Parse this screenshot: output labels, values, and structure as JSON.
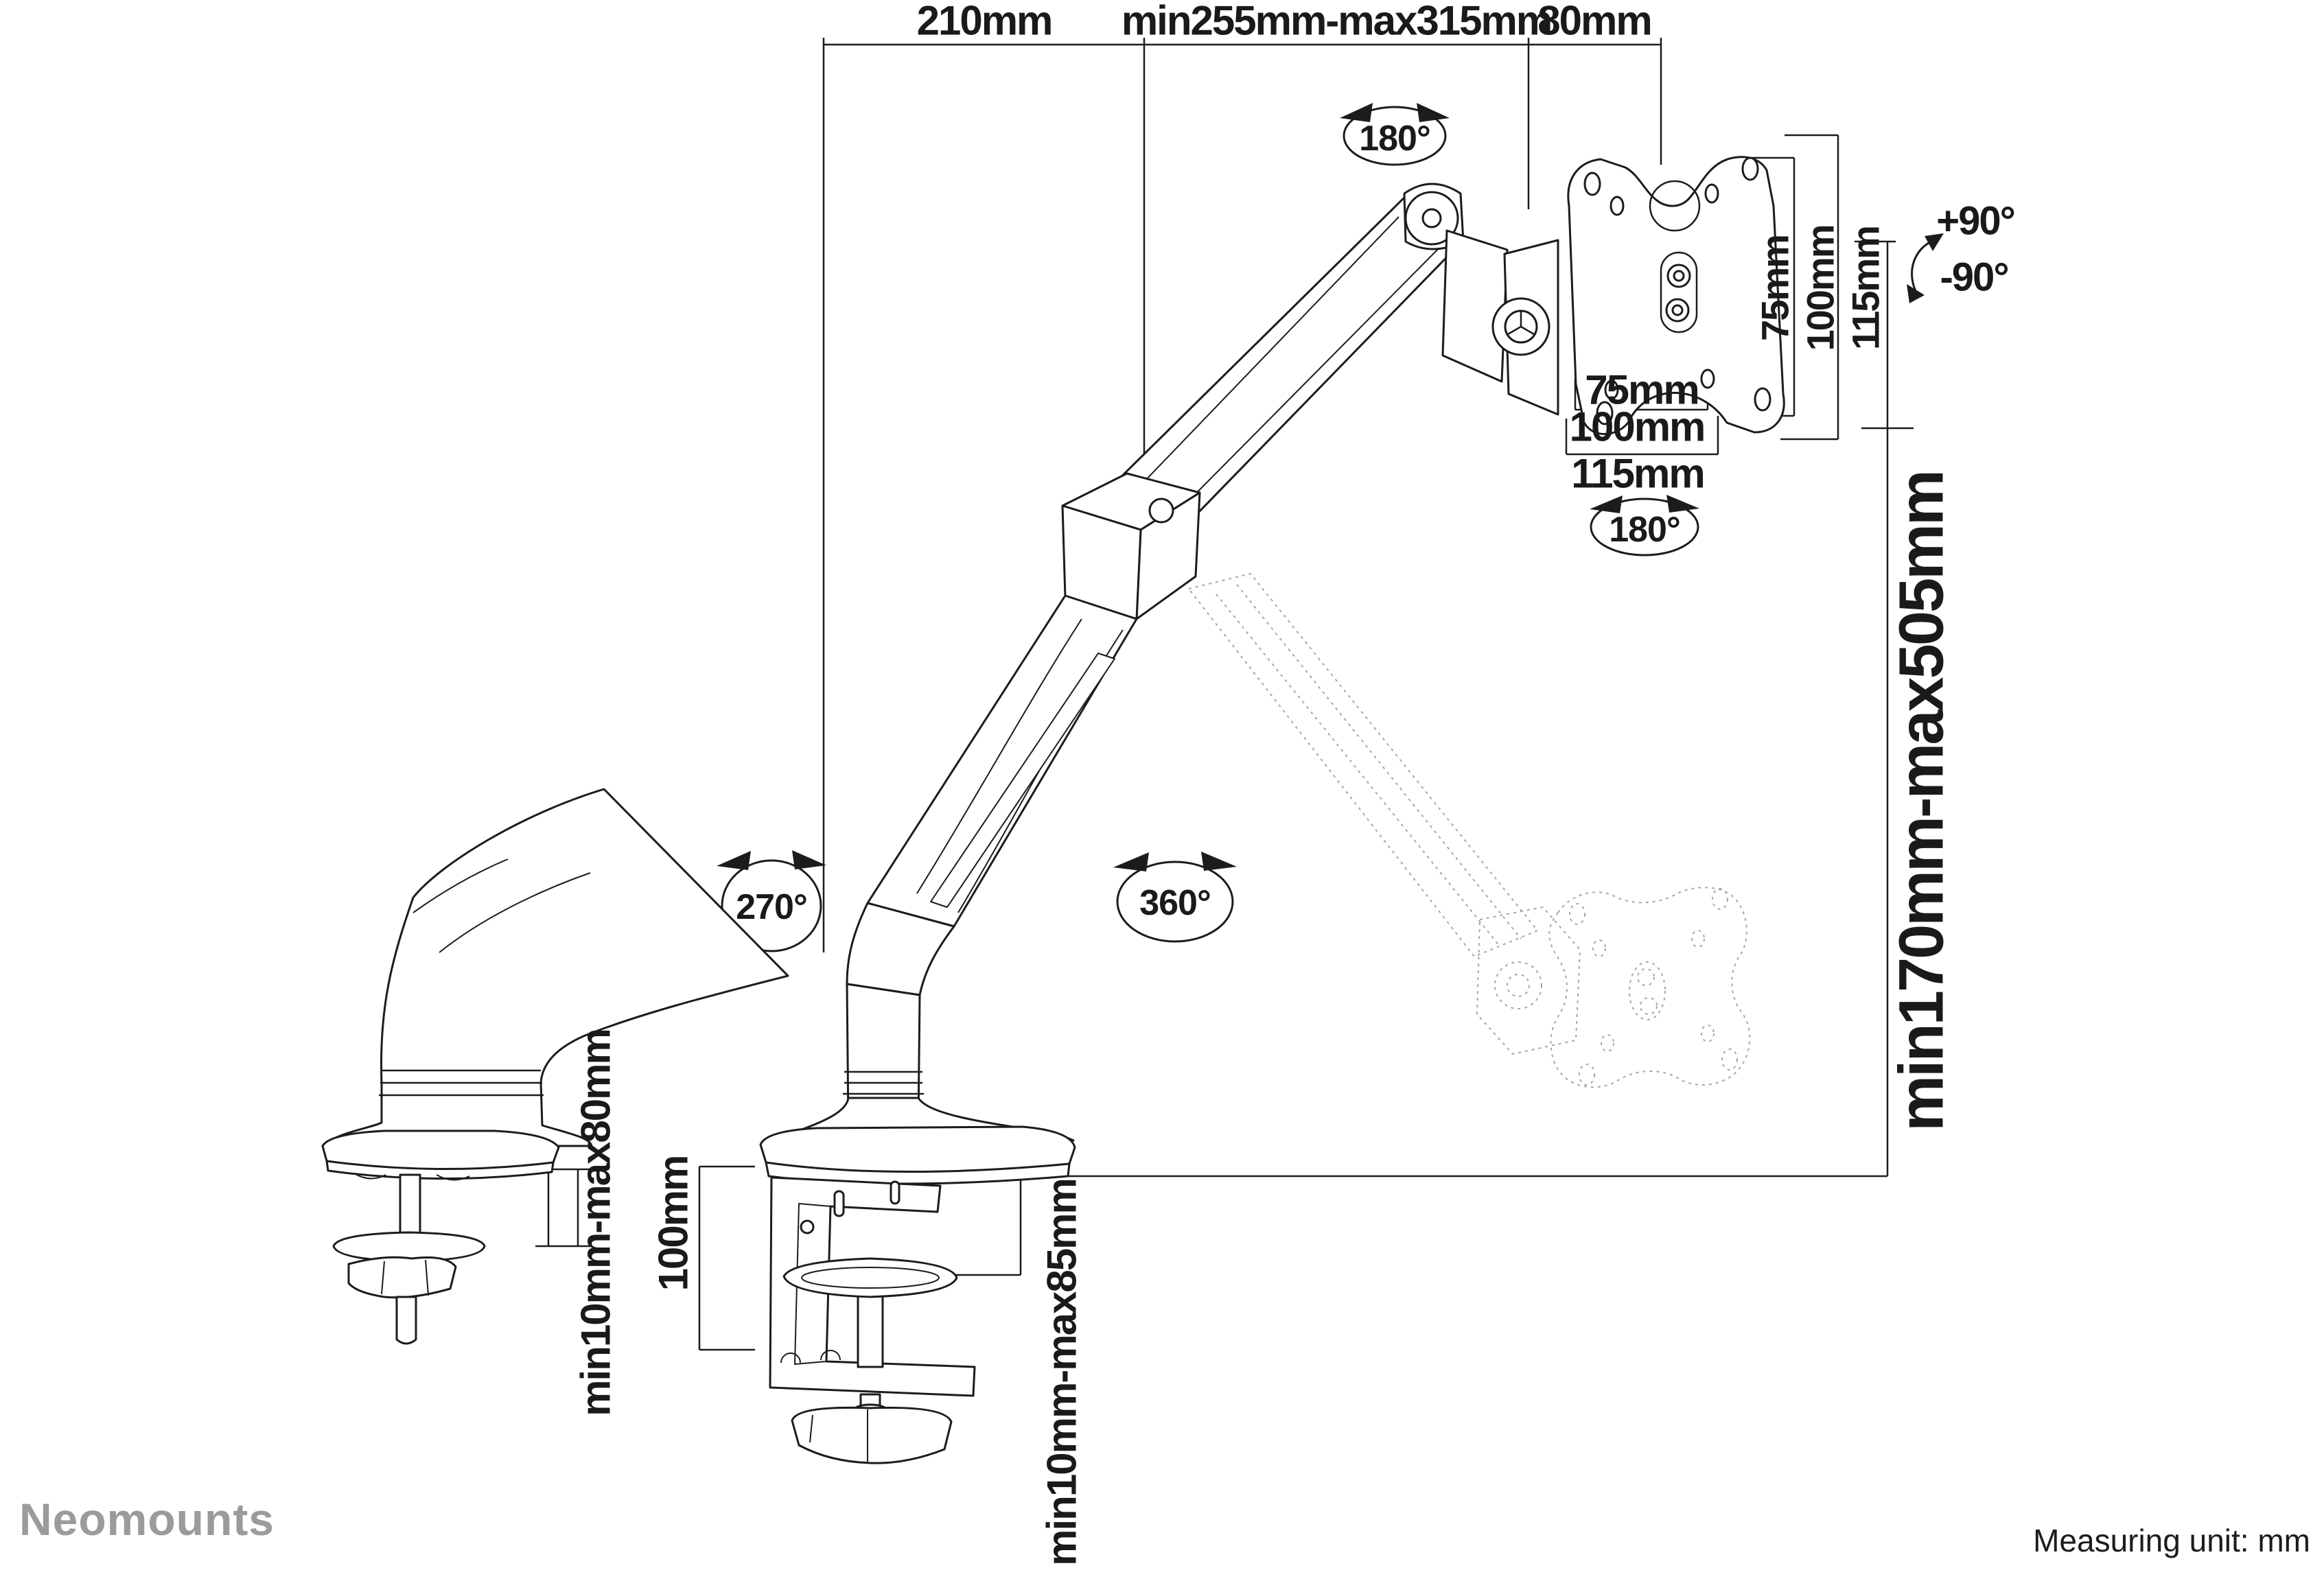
{
  "drawing": {
    "type": "technical dimension drawing of desk monitor arm",
    "colors": {
      "line": "#1c1c1c",
      "ghost": "#a6a6a6",
      "brand_gray": "#9b9b9b",
      "background": "#ffffff"
    },
    "top_dimensions": {
      "base_to_elbow": "210mm",
      "arm_extension": "min255mm-max315mm",
      "head_depth": "80mm"
    },
    "vesa": {
      "rotation": "180°",
      "vertical": {
        "v75": "75mm",
        "v100": "100mm",
        "v115": "115mm"
      },
      "horizontal": {
        "h75": "75mm",
        "h100": "100mm",
        "h115": "115mm"
      }
    },
    "rotations": {
      "head_swivel": "180°",
      "base_rotation": "270°",
      "arm_rotation": "360°",
      "tilt_up": "+90°",
      "tilt_down": "-90°"
    },
    "height_range": "min170mm-max505mm",
    "grommet_base": {
      "desk_thickness": "min10mm-max80mm"
    },
    "desk_clamp": {
      "bracket_height": "100mm",
      "desk_thickness": "min10mm-max85mm"
    }
  },
  "footer": {
    "brand": "Neomounts",
    "note": "Measuring unit: mm"
  }
}
